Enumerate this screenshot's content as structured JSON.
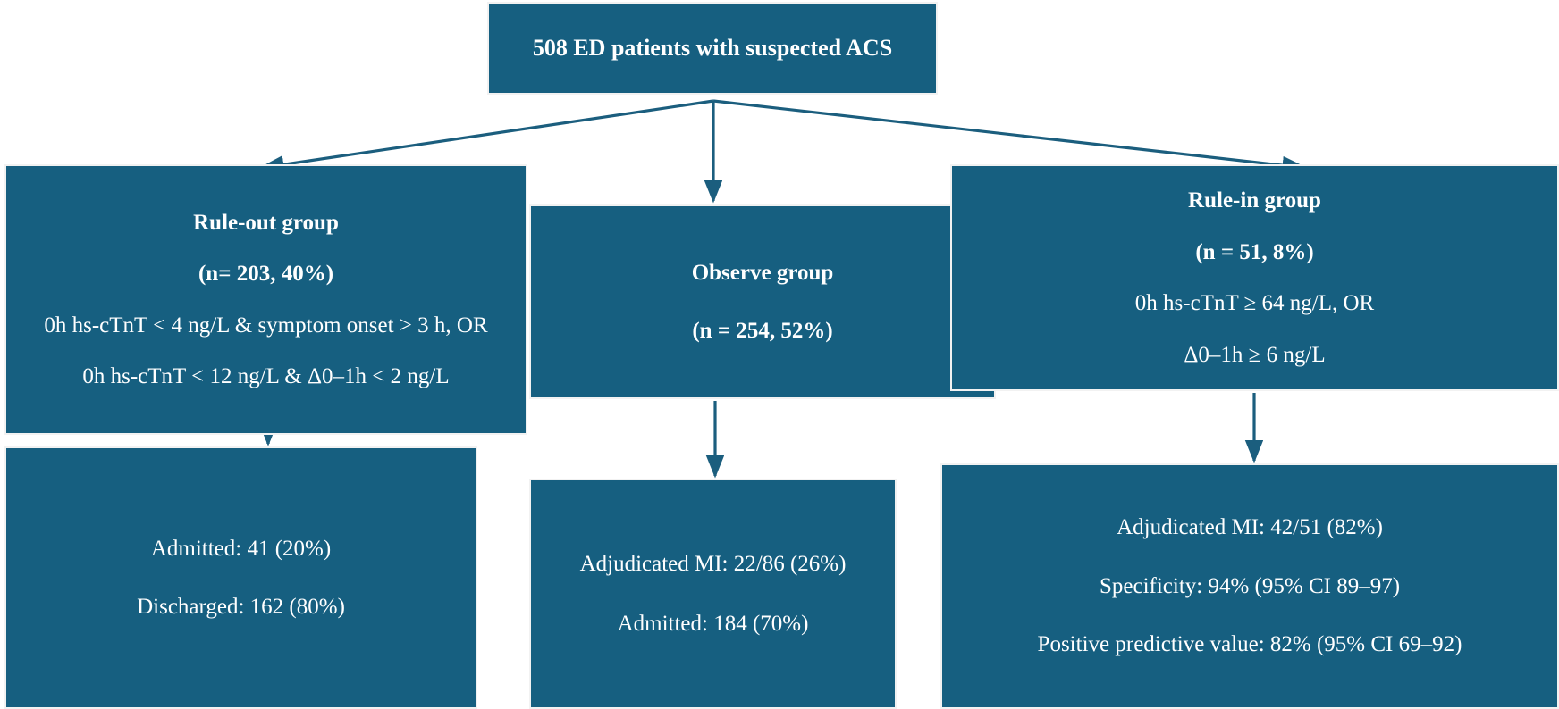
{
  "figure": {
    "kind": "clinical-flowchart",
    "accent_color": "#165F80",
    "box_border_color": "#f2f2f2",
    "text_color": "#ffffff",
    "background_color": "#ffffff"
  },
  "nodes": {
    "root": {
      "id": "root",
      "lines": [
        {
          "text": "508 ED patients with suspected ACS",
          "bold": true
        }
      ]
    },
    "rule_out": {
      "id": "rule-out-group",
      "lines": [
        {
          "text": "Rule-out group",
          "bold": true
        },
        {
          "text": "(n= 203, 40%)",
          "bold": true
        },
        {
          "text": "0h hs-cTnT < 4 ng/L & symptom onset > 3 h, OR",
          "bold": false
        },
        {
          "text": "0h hs-cTnT < 12 ng/L & Δ0–1h < 2 ng/L",
          "bold": false
        }
      ]
    },
    "observe": {
      "id": "observe-group",
      "lines": [
        {
          "text": "Observe group",
          "bold": true
        },
        {
          "text": "(n = 254, 52%)",
          "bold": true
        }
      ]
    },
    "rule_in": {
      "id": "rule-in-group",
      "lines": [
        {
          "text": "Rule-in group",
          "bold": true
        },
        {
          "text": "(n = 51, 8%)",
          "bold": true
        },
        {
          "text": "0h hs-cTnT ≥ 64 ng/L, OR",
          "bold": false
        },
        {
          "text": "Δ0–1h ≥ 6 ng/L",
          "bold": false
        }
      ]
    },
    "rule_out_outcome": {
      "id": "rule-out-outcome",
      "lines": [
        {
          "text": "Admitted: 41 (20%)",
          "bold": false
        },
        {
          "text": "Discharged: 162 (80%)",
          "bold": false
        }
      ]
    },
    "observe_outcome": {
      "id": "observe-outcome",
      "lines": [
        {
          "text": "Adjudicated MI: 22/86 (26%)",
          "bold": false
        },
        {
          "text": "Admitted: 184 (70%)",
          "bold": false
        }
      ]
    },
    "rule_in_outcome": {
      "id": "rule-in-outcome",
      "lines": [
        {
          "text": "Adjudicated MI: 42/51 (82%)",
          "bold": false
        },
        {
          "text": "Specificity: 94% (95% CI 89–97)",
          "bold": false
        },
        {
          "text": "Positive predictive value: 82% (95% CI 69–92)",
          "bold": false
        }
      ]
    }
  },
  "connectors": [
    {
      "name": "root-to-rule-out",
      "from": "root",
      "to": "rule-out-group",
      "style": "diagonal-arrow"
    },
    {
      "name": "root-to-observe",
      "from": "root",
      "to": "observe-group",
      "style": "vertical-arrow"
    },
    {
      "name": "root-to-rule-in",
      "from": "root",
      "to": "rule-in-group",
      "style": "diagonal-arrow"
    },
    {
      "name": "rule-out-to-outcome",
      "from": "rule-out-group",
      "to": "rule-out-outcome",
      "style": "vertical-arrow"
    },
    {
      "name": "observe-to-outcome",
      "from": "observe-group",
      "to": "observe-outcome",
      "style": "vertical-arrow"
    },
    {
      "name": "rule-in-to-outcome",
      "from": "rule-in-group",
      "to": "rule-in-outcome",
      "style": "vertical-arrow"
    }
  ]
}
